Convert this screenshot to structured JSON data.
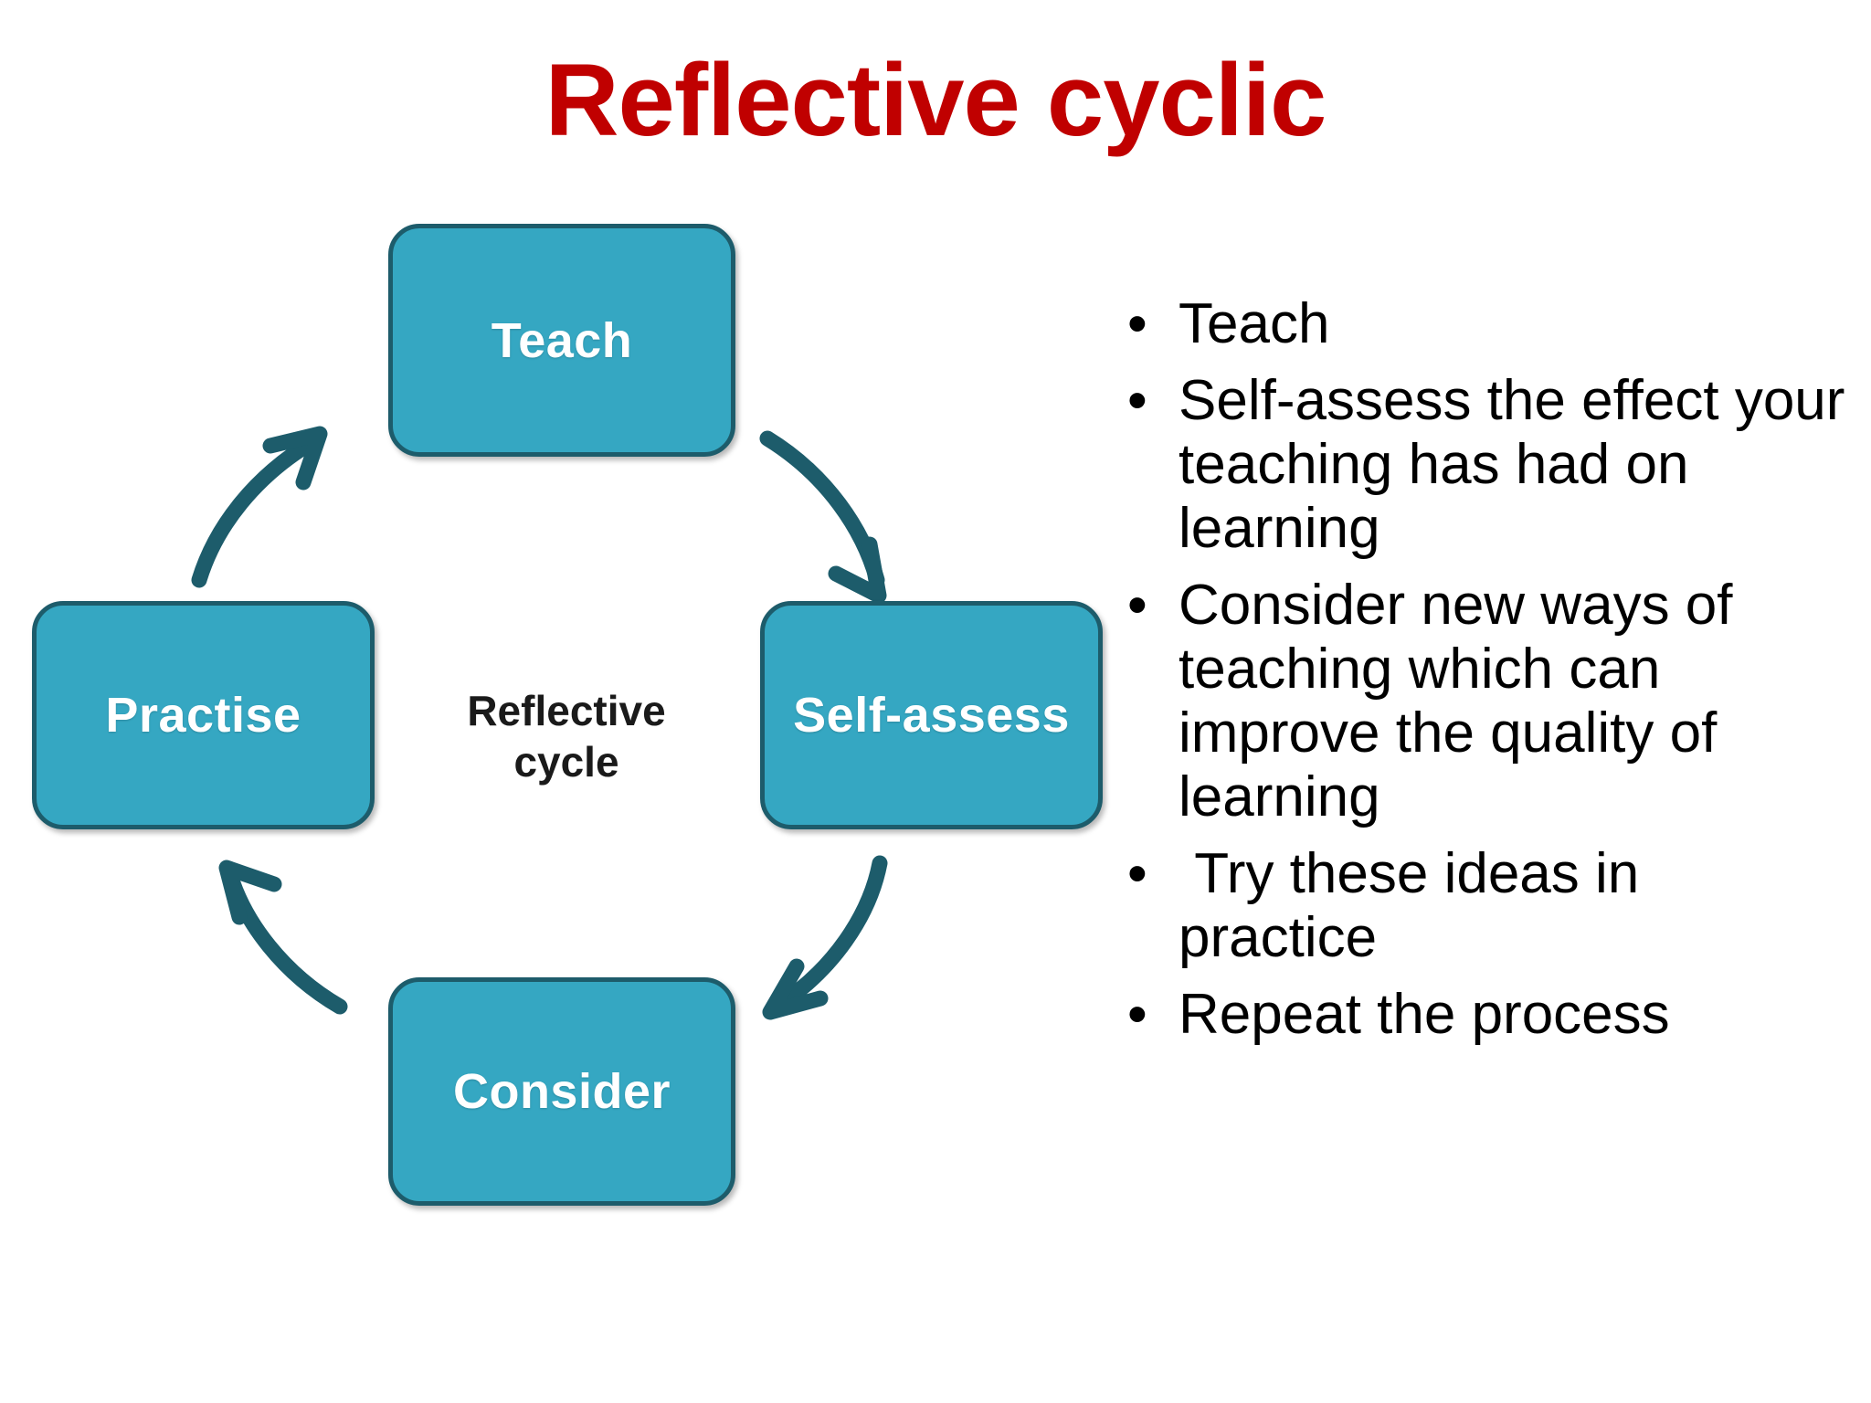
{
  "slide": {
    "title": "Reflective cyclic",
    "title_color": "#C00000",
    "background_color": "#FFFFFF"
  },
  "diagram": {
    "center_label_line1": "Reflective",
    "center_label_line2": "cycle",
    "node_fill_color": "#35A7C2",
    "node_border_color": "#1D5C6B",
    "node_text_color": "#FFFFFF",
    "arrow_color": "#1D5C6B",
    "flow_direction": "clockwise",
    "nodes": [
      {
        "id": "teach",
        "label": "Teach",
        "position": "top"
      },
      {
        "id": "self-assess",
        "label": "Self-assess",
        "position": "right"
      },
      {
        "id": "consider",
        "label": "Consider",
        "position": "bottom"
      },
      {
        "id": "practise",
        "label": "Practise",
        "position": "left"
      }
    ],
    "arrows": [
      {
        "id": "teach-to-self-assess",
        "from": "teach",
        "to": "self-assess"
      },
      {
        "id": "self-assess-to-consider",
        "from": "self-assess",
        "to": "consider"
      },
      {
        "id": "consider-to-practise",
        "from": "consider",
        "to": "practise"
      },
      {
        "id": "practise-to-teach",
        "from": "practise",
        "to": "teach"
      }
    ]
  },
  "bullets": {
    "marker": "•",
    "items": [
      {
        "text": "Teach"
      },
      {
        "text": "Self-assess the effect your teaching has had on learning"
      },
      {
        "text": "Consider new ways of teaching which can improve the quality of learning"
      },
      {
        "text": " Try these ideas in practice"
      },
      {
        "text": "Repeat the process"
      }
    ]
  }
}
